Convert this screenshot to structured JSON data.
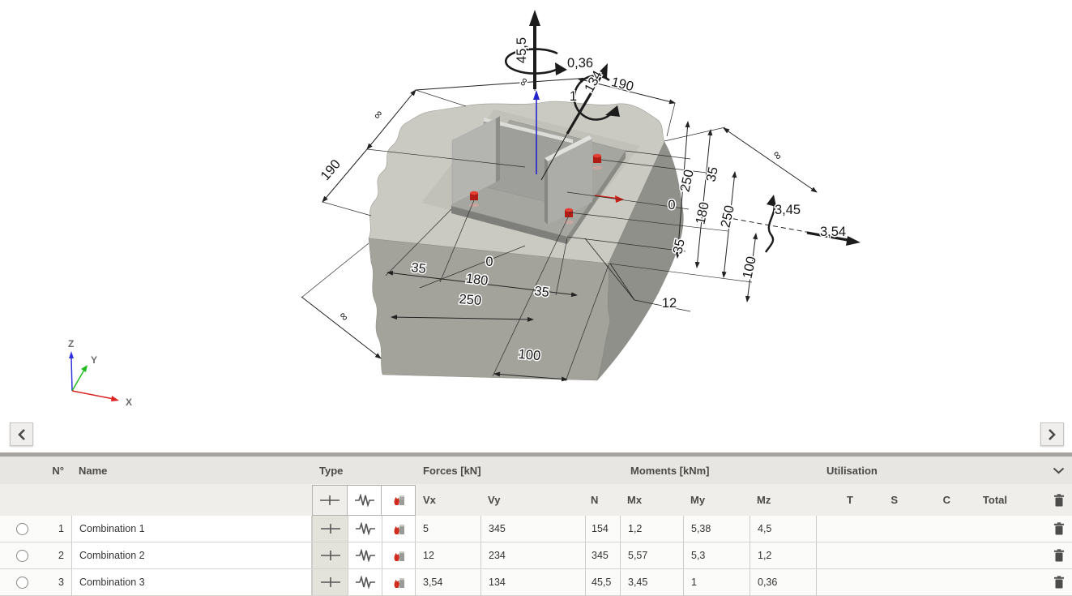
{
  "scene": {
    "loads": {
      "n": "45,5",
      "mz": "0,36",
      "vy": "134",
      "my": "1",
      "mx": "3,45",
      "vx": "3,54"
    },
    "dims": {
      "inf_top": "∞",
      "top190": "190",
      "inf_left": "∞",
      "left190": "190",
      "inf_right": "∞",
      "r250a": "250",
      "r35a": "35",
      "zero_right": "0",
      "r180": "180",
      "r250b": "250",
      "r35b": "35",
      "r100": "100",
      "twelve": "12",
      "b35a": "35",
      "zero_bottom": "0",
      "b180": "180",
      "b250": "250",
      "b35b": "35",
      "b100": "100",
      "inf_bl": "∞"
    },
    "axis_triad": {
      "z": "Z",
      "y": "Y",
      "x": "X"
    }
  },
  "table": {
    "headers": {
      "num": "N°",
      "name": "Name",
      "type": "Type",
      "forces": "Forces [kN]",
      "moments": "Moments [kNm]",
      "utilisation": "Utilisation"
    },
    "subheaders": {
      "vx": "Vx",
      "vy": "Vy",
      "n": "N",
      "mx": "Mx",
      "my": "My",
      "mz": "Mz",
      "t": "T",
      "s": "S",
      "c": "C",
      "total": "Total"
    },
    "rows": [
      {
        "num": "1",
        "name": "Combination 1",
        "vx": "5",
        "vy": "345",
        "n": "154",
        "mx": "1,2",
        "my": "5,38",
        "mz": "4,5"
      },
      {
        "num": "2",
        "name": "Combination 2",
        "vx": "12",
        "vy": "234",
        "n": "345",
        "mx": "5,57",
        "my": "5,3",
        "mz": "1,2"
      },
      {
        "num": "3",
        "name": "Combination 3",
        "vx": "3,54",
        "vy": "134",
        "n": "45,5",
        "mx": "3,45",
        "my": "1",
        "mz": "0,36"
      }
    ]
  }
}
